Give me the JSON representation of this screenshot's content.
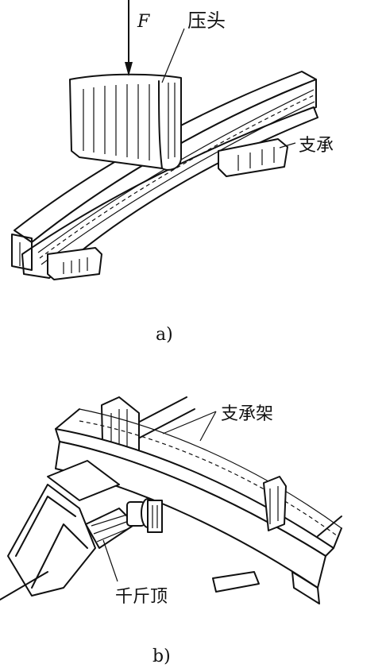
{
  "figure_a": {
    "force_label": "F",
    "press_head_label": "压头",
    "support_label": "支承",
    "caption": "a)"
  },
  "figure_b": {
    "support_frame_label": "支承架",
    "jack_label": "千斤顶",
    "caption": "b)"
  }
}
